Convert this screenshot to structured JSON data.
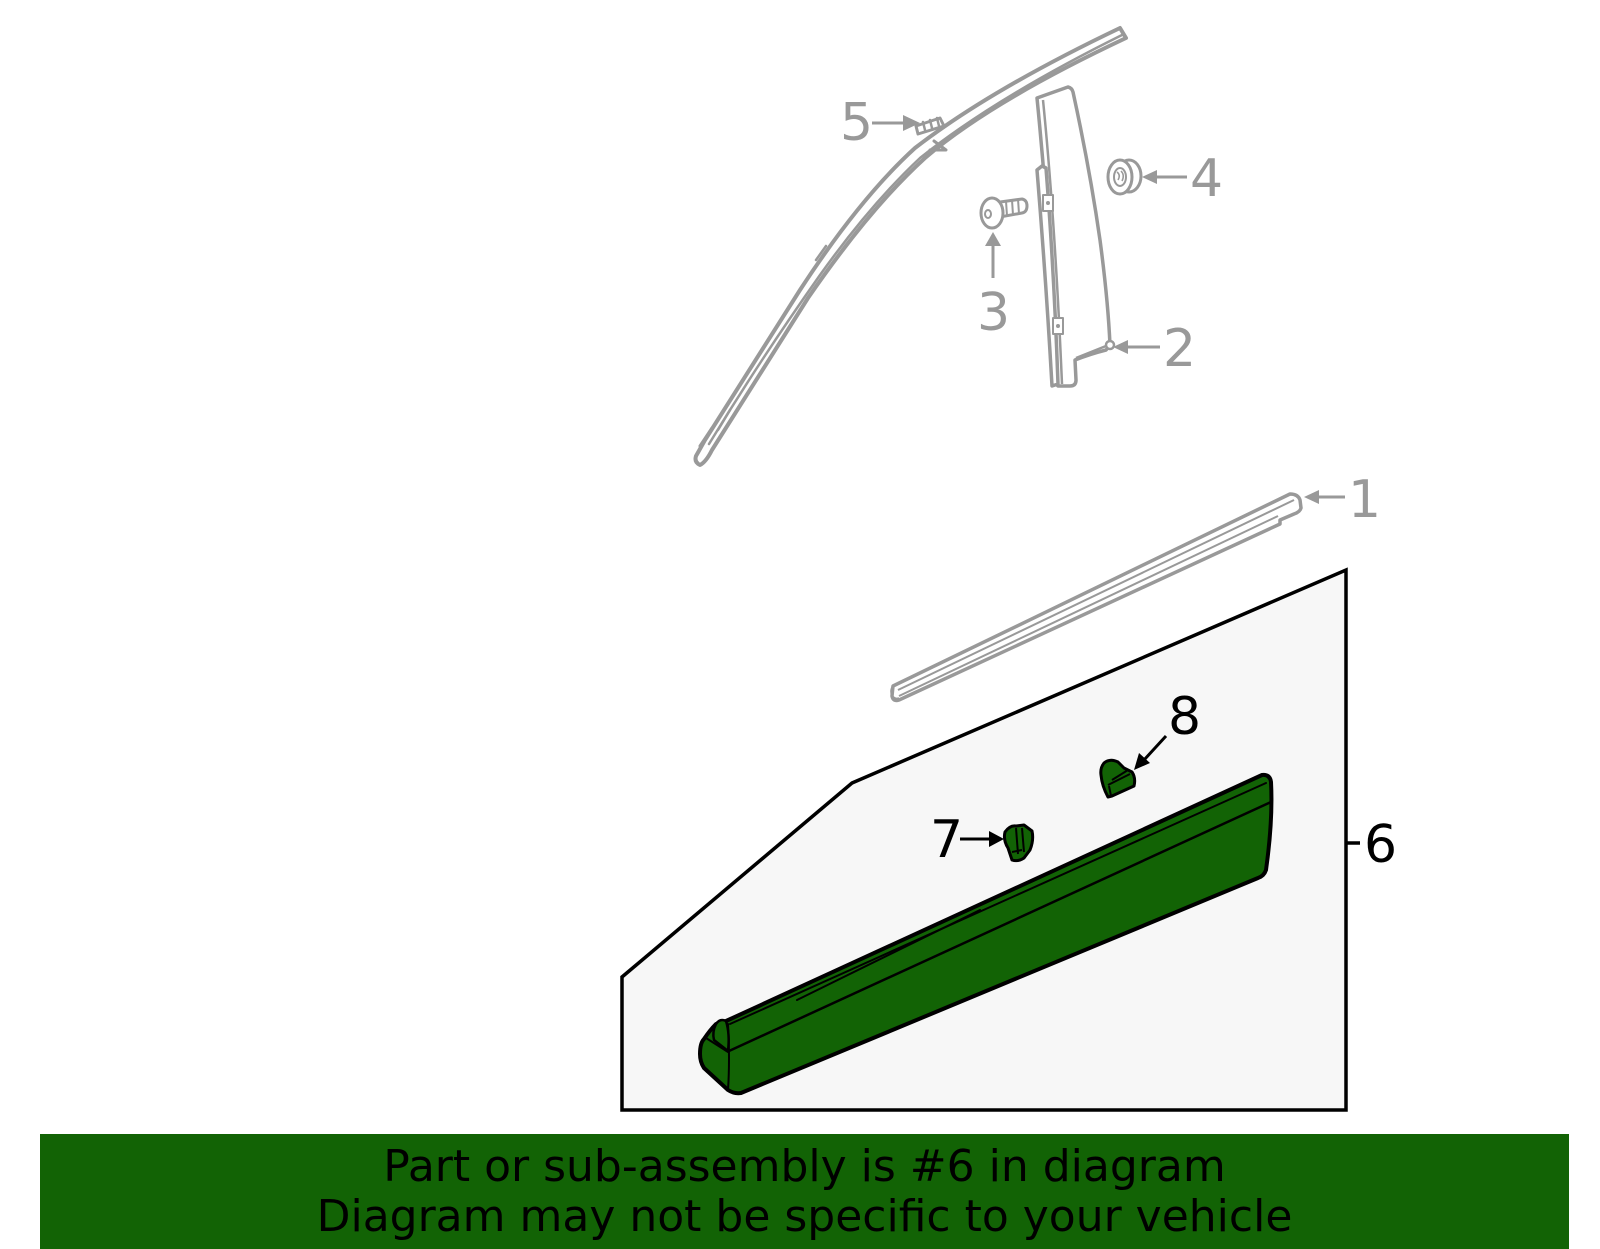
{
  "diagram": {
    "highlighted_part": "6",
    "colors": {
      "highlight_fill": "#126305",
      "context_stroke": "#999999",
      "outline_stroke": "#000000",
      "callout_box_fill": "#f7f7f7",
      "banner_bg": "#126305",
      "banner_text": "#000000"
    },
    "callouts": [
      {
        "number": "1",
        "style": "gray",
        "part": "belt-molding"
      },
      {
        "number": "2",
        "style": "gray",
        "part": "pillar-applique"
      },
      {
        "number": "3",
        "style": "gray",
        "part": "screw"
      },
      {
        "number": "4",
        "style": "gray",
        "part": "nut"
      },
      {
        "number": "5",
        "style": "gray",
        "part": "clip"
      },
      {
        "number": "6",
        "style": "black",
        "part": "body-side-molding-assembly"
      },
      {
        "number": "7",
        "style": "black",
        "part": "molding-clip"
      },
      {
        "number": "8",
        "style": "black",
        "part": "molding-clip"
      }
    ]
  },
  "banner": {
    "line1": "Part or sub-assembly is #6 in diagram",
    "line2": "Diagram may not be specific to your vehicle"
  }
}
